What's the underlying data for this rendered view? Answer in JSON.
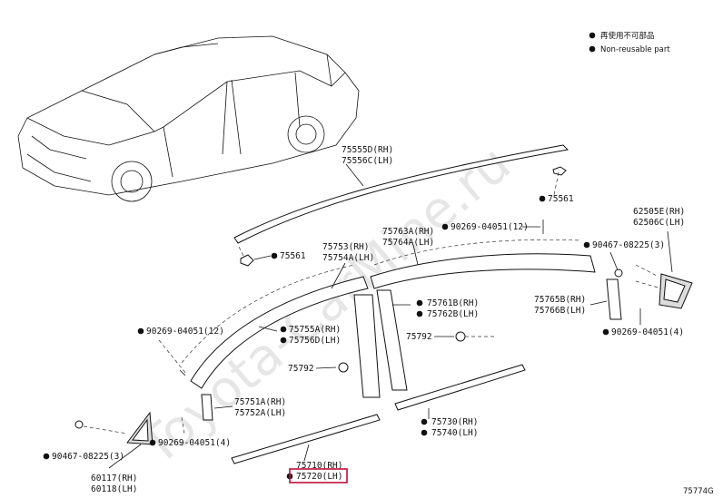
{
  "watermark": "Toyota-CarMine.ru",
  "legend": [
    {
      "symbol": "filled-dot",
      "text": "再使用不可部品"
    },
    {
      "symbol": "filled-dot",
      "text": "Non-reusable part"
    }
  ],
  "labels": {
    "p75555d": "75555D(RH)",
    "p75556c": "75556C(LH)",
    "p75561a": "75561",
    "p75561b": "75561",
    "p90269_top": "90269-04051(12)",
    "p62505e": "62505E(RH)",
    "p62506c": "62506C(LH)",
    "p75763a": "75763A(RH)",
    "p75764a": "75764A(LH)",
    "p75753": "75753(RH)",
    "p75754a": "75754A(LH)",
    "p90467_r": "90467-08225(3)",
    "p75761b": "75761B(RH)",
    "p75762b": "75762B(LH)",
    "p75765b": "75765B(RH)",
    "p75766b": "75766B(LH)",
    "p90269_left": "90269-04051(12)",
    "p75755a": "75755A(RH)",
    "p75756d": "75756D(LH)",
    "p75792a": "75792",
    "p75792b": "75792",
    "p90269_r": "90269-04051(4)",
    "p75751a": "75751A(RH)",
    "p75752a": "75752A(LH)",
    "p75730": "75730(RH)",
    "p75740": "75740(LH)",
    "p90269_bl": "90269-04051(4)",
    "p90467_l": "90467-08225(3)",
    "p60117": "60117(RH)",
    "p60118": "60118(LH)",
    "p75710": "75710(RH)",
    "p75720": "75720(LH)"
  },
  "diagram_id": "75774G",
  "highlight": {
    "part": "75720(LH)",
    "color": "#c0103a"
  }
}
